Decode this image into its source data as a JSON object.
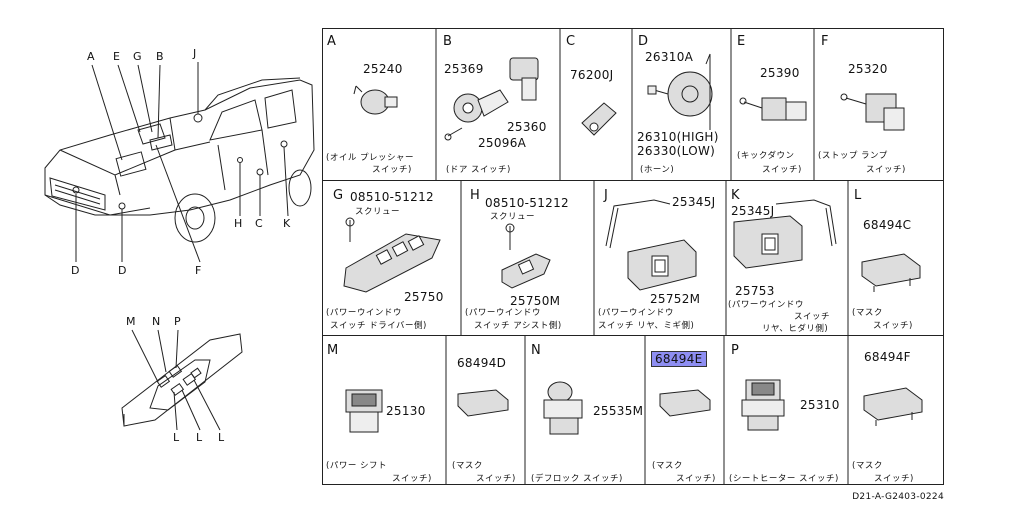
{
  "vehicle_callouts": {
    "A": "A",
    "E": "E",
    "G": "G",
    "B": "B",
    "J": "J",
    "D1": "D",
    "D2": "D",
    "F": "F",
    "H": "H",
    "C": "C",
    "K": "K"
  },
  "console_callouts": {
    "M": "M",
    "N": "N",
    "P": "P",
    "L1": "L",
    "L2": "L",
    "L3": "L"
  },
  "cells": {
    "A": {
      "letter": "A",
      "parts": [
        "25240"
      ],
      "caption": [
        "(オイル プレッシャー",
        "スイッチ)"
      ]
    },
    "B": {
      "letter": "B",
      "parts": [
        "25369",
        "25360",
        "25096A"
      ],
      "caption": [
        "(ドア スイッチ)"
      ]
    },
    "C": {
      "letter": "C",
      "parts": [
        "76200J"
      ],
      "caption": []
    },
    "D": {
      "letter": "D",
      "parts": [
        "26310A",
        "26310(HIGH)",
        "26330(LOW)"
      ],
      "caption": [
        "(ホーン)"
      ]
    },
    "E": {
      "letter": "E",
      "parts": [
        "25390"
      ],
      "caption": [
        "(キックダウン",
        "スイッチ)"
      ]
    },
    "F": {
      "letter": "F",
      "parts": [
        "25320"
      ],
      "caption": [
        "(ストップ ランプ",
        "スイッチ)"
      ]
    },
    "G": {
      "letter": "G",
      "parts": [
        "08510-51212",
        "スクリュー",
        "25750"
      ],
      "caption": [
        "(パワーウインドウ",
        "スイッチ ドライバー側)"
      ]
    },
    "H": {
      "letter": "H",
      "parts": [
        "08510-51212",
        "スクリュー",
        "25750M"
      ],
      "caption": [
        "(パワーウインドウ",
        "スイッチ アシスト側)"
      ]
    },
    "J": {
      "letter": "J",
      "parts": [
        "25345J",
        "25752M"
      ],
      "caption": [
        "(パワーウインドウ",
        "スイッチ リヤ、ミギ側)"
      ]
    },
    "K": {
      "letter": "K",
      "parts": [
        "25345J",
        "25753"
      ],
      "caption": [
        "(パワーウインドウ",
        "スイッチ",
        "リヤ、ヒダリ側)"
      ]
    },
    "L": {
      "letter": "L",
      "parts": [
        "68494C"
      ],
      "caption": [
        "(マスク",
        "スイッチ)"
      ]
    },
    "M": {
      "letter": "M",
      "parts": [
        "25130"
      ],
      "caption": [
        "(パワー シフト",
        "スイッチ)"
      ]
    },
    "M2": {
      "letter": "",
      "parts": [
        "68494D"
      ],
      "caption": [
        "(マスク",
        "スイッチ)"
      ]
    },
    "N": {
      "letter": "N",
      "parts": [
        "25535M"
      ],
      "caption": [
        "(デフロック スイッチ)"
      ]
    },
    "N2": {
      "letter": "",
      "parts": [
        "68494E"
      ],
      "caption": [
        "(マスク",
        "スイッチ)"
      ]
    },
    "P": {
      "letter": "P",
      "parts": [
        "25310"
      ],
      "caption": [
        "(シートヒーター スイッチ)"
      ]
    },
    "P2": {
      "letter": "",
      "parts": [
        "68494F"
      ],
      "caption": [
        "(マスク",
        "スイッチ)"
      ]
    }
  },
  "footer_code": "D21-A-G2403-0224",
  "highlight_color": "#8e8ef2"
}
